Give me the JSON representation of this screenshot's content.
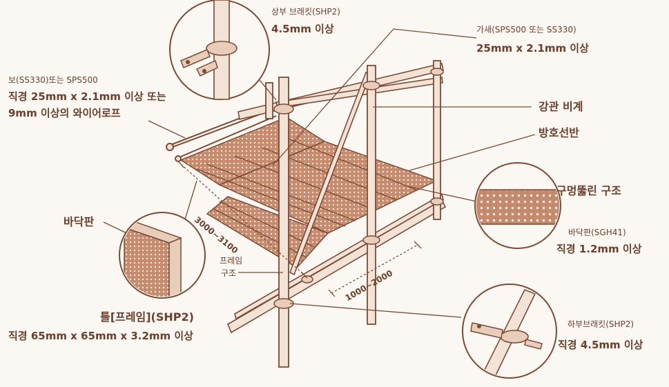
{
  "labels": {
    "upper_bracket_title": "상부 브래킷(SHP2)",
    "upper_bracket_spec": "4.5mm 이상",
    "brace_title": "가새(SPS500 또는 SS330)",
    "brace_spec": "25mm x 2.1mm 이상",
    "beam_title": "보(SS330)또는 SPS500",
    "beam_spec_line1": "직경 25mm x 2.1mm 이상 또는",
    "beam_spec_line2": "9mm 이상의 와이어로프",
    "steel_pipe_scaffold": "강관 비계",
    "protective_shelf": "방호선반",
    "perforated_structure": "구멍뚫린 구조",
    "floor_plate_title": "바닥판(SGH41)",
    "floor_plate_spec": "직경 1.2mm 이상",
    "floor_plate": "바닥판",
    "frame_structure_line1": "프레임",
    "frame_structure_line2": "구조",
    "frame_title": "틀[프레임](SHP2)",
    "frame_spec": "직경 65mm x 65mm x 3.2mm 이상",
    "lower_bracket_title": "하부브래킷(SHP2)",
    "lower_bracket_spec": "직경 4.5mm 이상",
    "dim_length": "3000~3100",
    "dim_width": "1000~2000"
  },
  "colors": {
    "line": "#7a4a35",
    "pipe_fill": "#f3e3d6",
    "deck_fill": "#c98f72",
    "text": "#6a3f2b",
    "background": "#fbf7f3"
  }
}
